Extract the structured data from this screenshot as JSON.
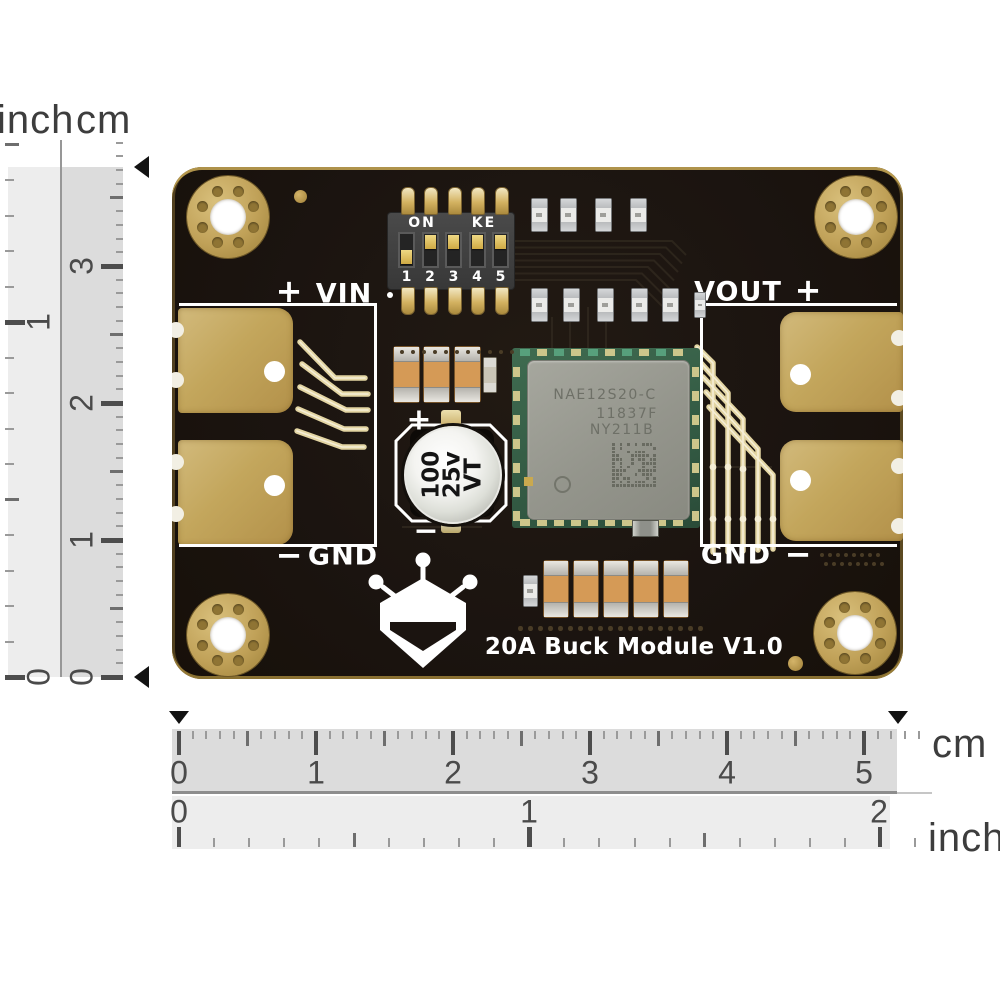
{
  "header": {
    "inch": "inch",
    "cm": "cm"
  },
  "rulers": {
    "vertical": {
      "cm_numbers": [
        "0",
        "1",
        "2",
        "3"
      ],
      "inch_numbers": [
        "0",
        "1"
      ]
    },
    "bottom": {
      "cm_numbers": [
        "0",
        "1",
        "2",
        "3",
        "4",
        "5"
      ],
      "inch_numbers": [
        "0",
        "1",
        "2"
      ],
      "cm_label": "cm",
      "inch_label": "inch"
    }
  },
  "board": {
    "title": "20A Buck Module V1.0",
    "labels": {
      "vin": "VIN",
      "vout": "VOUT",
      "gnd_left": "GND",
      "gnd_right": "GND",
      "plus_left": "+",
      "minus_left": "−",
      "plus_right": "+",
      "minus_right": "−"
    },
    "dip_switch": {
      "on_label": "ON",
      "brand_label": "KE",
      "positions": [
        "1",
        "2",
        "3",
        "4",
        "5"
      ],
      "states": [
        "down",
        "up",
        "up",
        "up",
        "up"
      ]
    },
    "capacitor": {
      "lines": [
        "100",
        "25v",
        "VT"
      ],
      "plus": "+",
      "minus": "−"
    },
    "ic_module": {
      "line1": "NAE12S20-C",
      "line2": "11837F",
      "line3": "NY211B"
    }
  },
  "colors": {
    "board": "#1b1410",
    "gold": "#c8a551",
    "silkscreen": "#ffffff",
    "ruler_cm_strip": "#dcdcdc",
    "ruler_inch_strip": "#ededed",
    "orange_capacitor": "#d59a56",
    "module_green": "#37624a",
    "shield_gray": "#9b9c93"
  }
}
